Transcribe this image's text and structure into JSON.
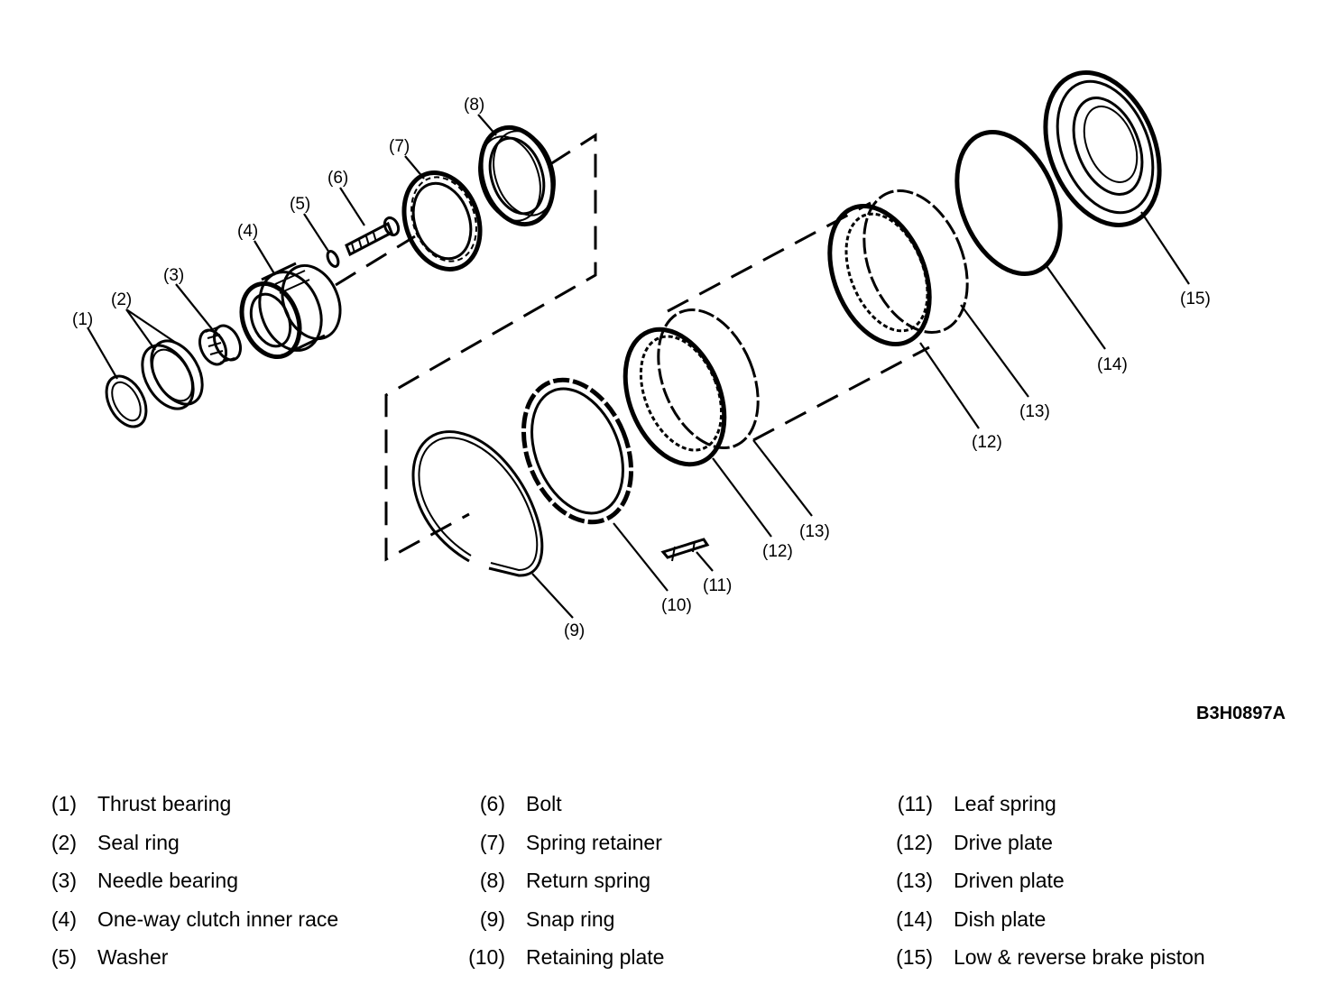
{
  "figure_code": "B3H0897A",
  "callouts": [
    "(1)",
    "(2)",
    "(3)",
    "(4)",
    "(5)",
    "(6)",
    "(7)",
    "(8)",
    "(9)",
    "(10)",
    "(11)",
    "(12)",
    "(13)",
    "(12)",
    "(13)",
    "(14)",
    "(15)"
  ],
  "legend": [
    {
      "num": "(1)",
      "label": "Thrust bearing"
    },
    {
      "num": "(2)",
      "label": "Seal ring"
    },
    {
      "num": "(3)",
      "label": "Needle bearing"
    },
    {
      "num": "(4)",
      "label": "One-way clutch inner race"
    },
    {
      "num": "(5)",
      "label": "Washer"
    },
    {
      "num": "(6)",
      "label": "Bolt"
    },
    {
      "num": "(7)",
      "label": "Spring retainer"
    },
    {
      "num": "(8)",
      "label": "Return spring"
    },
    {
      "num": "(9)",
      "label": "Snap ring"
    },
    {
      "num": "(10)",
      "label": "Retaining plate"
    },
    {
      "num": "(11)",
      "label": "Leaf spring"
    },
    {
      "num": "(12)",
      "label": "Drive plate"
    },
    {
      "num": "(13)",
      "label": "Driven plate"
    },
    {
      "num": "(14)",
      "label": "Dish plate"
    },
    {
      "num": "(15)",
      "label": "Low & reverse brake piston"
    }
  ]
}
